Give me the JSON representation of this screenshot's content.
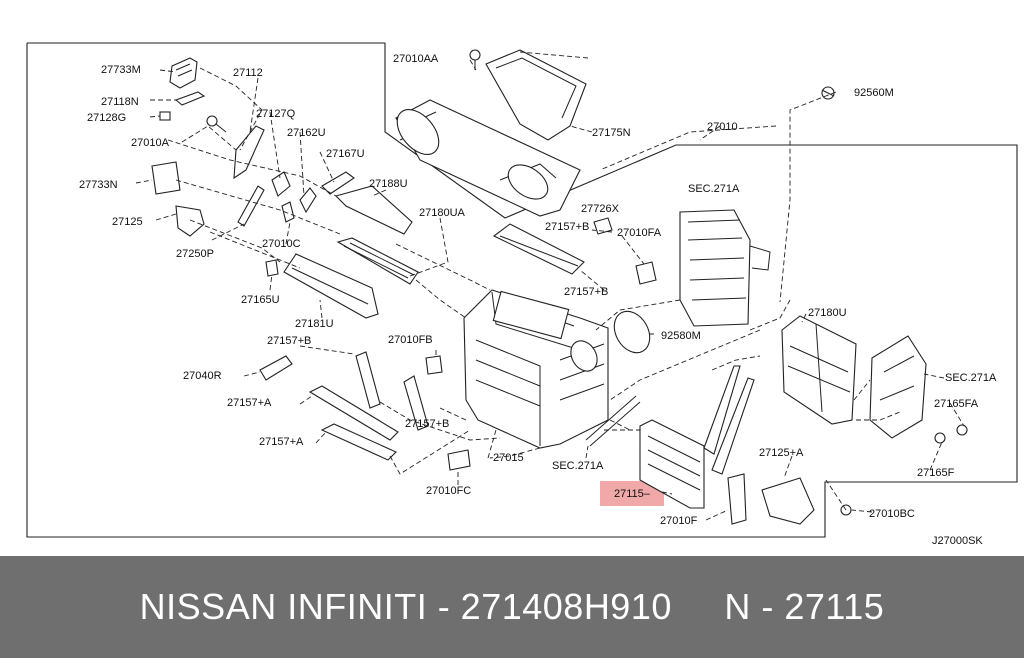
{
  "diagram": {
    "drawing_code": "J27000SK",
    "highlight_color": "#f0a8a8",
    "highlighted_part": "27115",
    "labels": [
      {
        "id": "27733M",
        "text": "27733M"
      },
      {
        "id": "27112",
        "text": "27112"
      },
      {
        "id": "27118N",
        "text": "27118N"
      },
      {
        "id": "27128G",
        "text": "27128G"
      },
      {
        "id": "27127Q",
        "text": "27127Q"
      },
      {
        "id": "27010A",
        "text": "27010A"
      },
      {
        "id": "27162U",
        "text": "27162U"
      },
      {
        "id": "27167U",
        "text": "27167U"
      },
      {
        "id": "27733N",
        "text": "27733N"
      },
      {
        "id": "27188U",
        "text": "27188U"
      },
      {
        "id": "27125",
        "text": "27125"
      },
      {
        "id": "27250P",
        "text": "27250P"
      },
      {
        "id": "27010C",
        "text": "27010C"
      },
      {
        "id": "27180UA",
        "text": "27180UA"
      },
      {
        "id": "27165U",
        "text": "27165U"
      },
      {
        "id": "27181U",
        "text": "27181U"
      },
      {
        "id": "27157B_1",
        "text": "27157+B"
      },
      {
        "id": "27010FB",
        "text": "27010FB"
      },
      {
        "id": "27040R",
        "text": "27040R"
      },
      {
        "id": "27157A_1",
        "text": "27157+A"
      },
      {
        "id": "27157B_2",
        "text": "27157+B"
      },
      {
        "id": "27157A_2",
        "text": "27157+A"
      },
      {
        "id": "27015",
        "text": "27015"
      },
      {
        "id": "27010FC",
        "text": "27010FC"
      },
      {
        "id": "SEC271A_1",
        "text": "SEC.271A"
      },
      {
        "id": "27115",
        "text": "27115"
      },
      {
        "id": "27010F",
        "text": "27010F"
      },
      {
        "id": "27125A",
        "text": "27125+A"
      },
      {
        "id": "27010BC",
        "text": "27010BC"
      },
      {
        "id": "27165F",
        "text": "27165F"
      },
      {
        "id": "27165FA",
        "text": "27165FA"
      },
      {
        "id": "SEC271A_2",
        "text": "SEC.271A"
      },
      {
        "id": "27180U",
        "text": "27180U"
      },
      {
        "id": "92580M",
        "text": "92580M"
      },
      {
        "id": "27157B_3",
        "text": "27157+B"
      },
      {
        "id": "27010FA",
        "text": "27010FA"
      },
      {
        "id": "27726X",
        "text": "27726X"
      },
      {
        "id": "27157B_4",
        "text": "27157+B"
      },
      {
        "id": "SEC271A_3",
        "text": "SEC.271A"
      },
      {
        "id": "27010",
        "text": "27010"
      },
      {
        "id": "92560M",
        "text": "92560M"
      },
      {
        "id": "27175N",
        "text": "27175N"
      },
      {
        "id": "27010AA",
        "text": "27010AA"
      }
    ]
  },
  "footer": {
    "text": "NISSAN INFINITI - 271408H910     N - 27115",
    "background": "#6f6f6f",
    "color": "#ffffff"
  }
}
